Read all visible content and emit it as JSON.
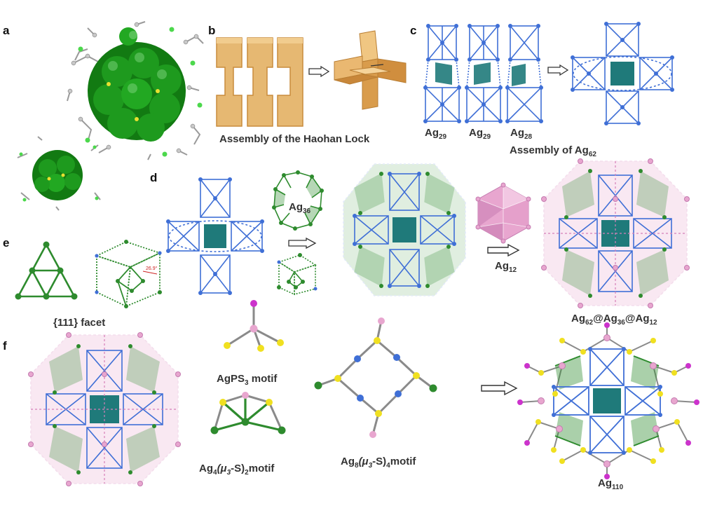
{
  "panels": {
    "a": "a",
    "b": "b",
    "c": "c",
    "d": "d",
    "e": "e",
    "f": "f"
  },
  "captions": {
    "haohan_lock": "Assembly of the Haohan Lock",
    "assembly_ag62_prefix": "Assembly of Ag",
    "assembly_ag62_sub": "62",
    "ag29_a_prefix": "Ag",
    "ag29_a_sub": "29",
    "ag29_b_prefix": "Ag",
    "ag29_b_sub": "29",
    "ag28_prefix": "Ag",
    "ag28_sub": "28",
    "ag36_prefix": "Ag",
    "ag36_sub": "36",
    "ag12_prefix": "Ag",
    "ag12_sub": "12",
    "facet": "{111} facet",
    "core_shell_p1": "Ag",
    "core_shell_s1": "62",
    "core_shell_p2": "@Ag",
    "core_shell_s2": "36",
    "core_shell_p3": "@Ag",
    "core_shell_s3": "12",
    "agps3_prefix": "AgPS",
    "agps3_sub": "3",
    "agps3_suffix": " motif",
    "ag4_prefix": "Ag",
    "ag4_sub": "4",
    "ag4_mid": "(μ",
    "ag4_sub2": "3",
    "ag4_mid2": "-S)",
    "ag4_sub3": "2",
    "ag4_suffix": "motif",
    "ag8_prefix": "Ag",
    "ag8_sub": "8",
    "ag8_mid": "(μ",
    "ag8_sub2": "3",
    "ag8_mid2": "-S)",
    "ag8_sub3": "4",
    "ag8_suffix": "motif",
    "ag110_prefix": "Ag",
    "ag110_sub": "110",
    "angle_annotation": "26.9°"
  },
  "colors": {
    "silver_blue": "#3f6fd6",
    "silver_green": "#2e8b2e",
    "sphere_green": "#1f8a1f",
    "pink": "#e8a6cf",
    "magenta": "#cc33cc",
    "sulfur_yellow": "#f0e020",
    "carbon_gray": "#8a8a8a",
    "teal_core": "#1f7a7a",
    "wood": "#e6b872",
    "wood_dark": "#c98c3c"
  }
}
